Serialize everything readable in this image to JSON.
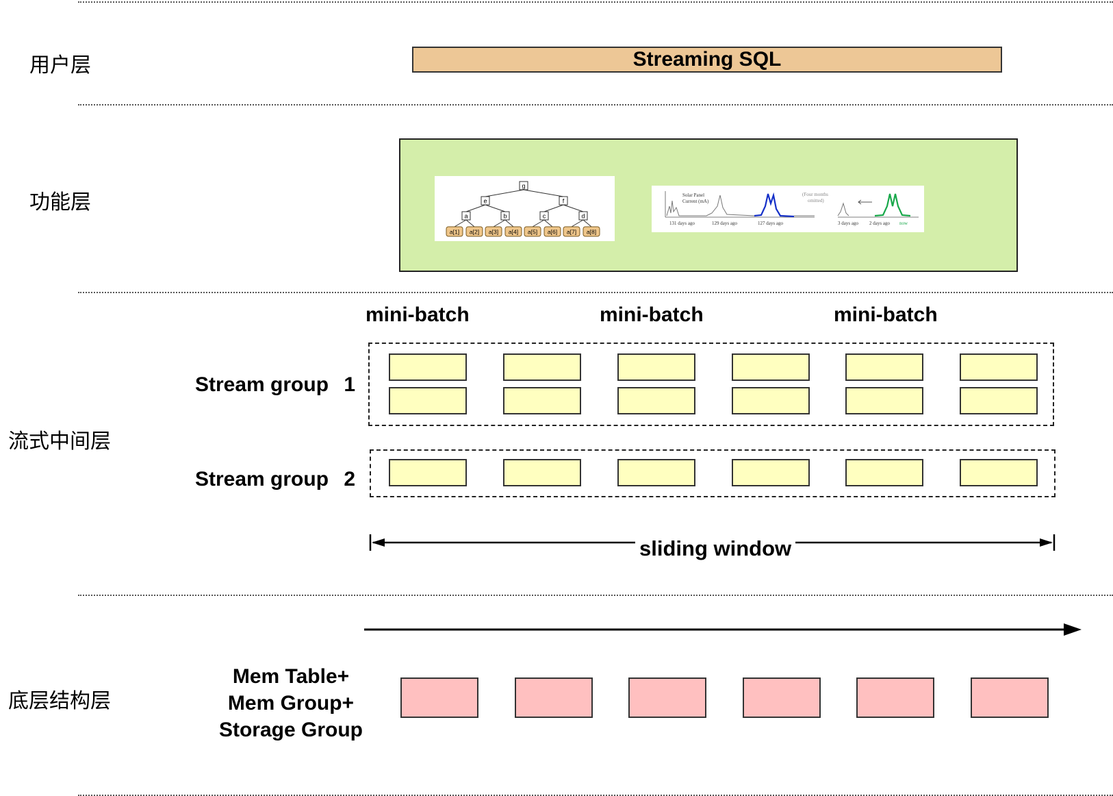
{
  "layers": {
    "user": "用户层",
    "function": "功能层",
    "stream_middle": "流式中间层",
    "base_structure": "底层结构层"
  },
  "user_layer": {
    "sql_label": "Streaming SQL"
  },
  "function_layer": {
    "tree": {
      "root": "g",
      "level1": [
        "e",
        "f"
      ],
      "level2": [
        "a",
        "b",
        "c",
        "d"
      ],
      "leaves": [
        "a[1]",
        "a[2]",
        "a[3]",
        "a[4]",
        "a[5]",
        "a[6]",
        "a[7]",
        "a[8]"
      ]
    },
    "timeseries": {
      "title_line1": "Solar Panel",
      "title_line2": "Current (mA)",
      "note_line1": "(Four months",
      "note_line2": "omitted)",
      "x_labels": [
        "131 days ago",
        "129 days ago",
        "127 days ago",
        "3 days ago",
        "2 days ago",
        "now"
      ],
      "colors": {
        "past": "#1530c8",
        "now": "#18a84a"
      }
    }
  },
  "stream_layer": {
    "mini_batch_labels": [
      "mini-batch",
      "mini-batch",
      "mini-batch"
    ],
    "group1": {
      "name": "Stream group",
      "number": "1"
    },
    "group2": {
      "name": "Stream group",
      "number": "2"
    },
    "sliding_window": "sliding window"
  },
  "base_layer": {
    "mem_lines": [
      "Mem Table+",
      "Mem Group+",
      "Storage Group"
    ]
  },
  "colors": {
    "sql_bar": "#edc796",
    "function_box": "#d4eeaa",
    "stream_cell": "#ffffc0",
    "base_cell": "#ffc0c0"
  }
}
